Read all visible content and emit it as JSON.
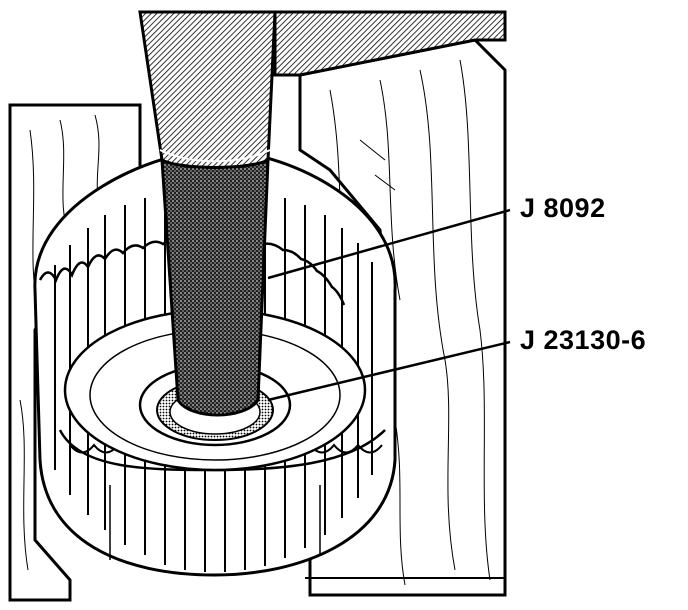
{
  "callouts": [
    {
      "id": "tool-shaft",
      "text": "J 8092"
    },
    {
      "id": "tool-adapter",
      "text": "J 23130-6"
    }
  ],
  "colors": {
    "ink": "#000000",
    "paper": "#ffffff",
    "shading": "#333333"
  }
}
